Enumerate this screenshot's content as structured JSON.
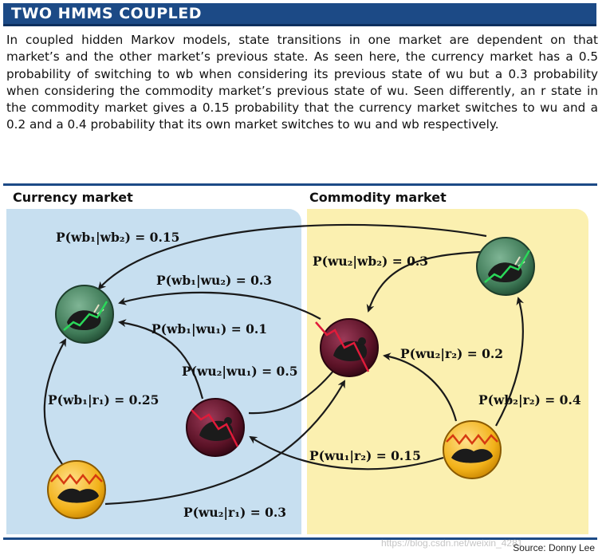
{
  "title": "TWO HMMS COUPLED",
  "intro_text": "In coupled hidden Markov models, state transitions in one market are dependent on that market’s and the other market’s previous state. As seen here, the currency market has a 0.5 probability of switching to wb when considering its previous state of wu but a 0.3 probability when considering the commodity market’s previous state of wu. Seen differently, an r state in the commodity market gives a 0.15 probability that the currency market switches to wu and a 0.2 and a 0.4 probability that its own market switches to wu and wb respectively.",
  "sections": {
    "currency": "Currency market",
    "commodity": "Commodity market"
  },
  "probabilities": {
    "p_wb1_wb2": "P(wb₁|wb₂) = 0.15",
    "p_wb1_wu2": "P(wb₁|wu₂) = 0.3",
    "p_wb1_wu1": "P(wb₁|wu₁) = 0.1",
    "p_wu2_wu1": "P(wu₂|wu₁) = 0.5",
    "p_wb1_r1": "P(wb₁|r₁) = 0.25",
    "p_wu2_wb2": "P(wu₂|wb₂) = 0.3",
    "p_wu2_r2": "P(wu₂|r₂) = 0.2",
    "p_wb2_r2": "P(wb₂|r₂) = 0.4",
    "p_wu1_r2": "P(wu₁|r₂) = 0.15",
    "p_wu2_r1": "P(wu₂|r₁) = 0.3"
  },
  "source": "Source: Donny Lee",
  "watermark": "https://blog.csdn.net/weixin_4281",
  "colors": {
    "title_bar": "#1c4a86",
    "currency_panel": "#c7dff0",
    "commodity_panel": "#fbf0b0",
    "bull_state": "#3f7a57",
    "bear_state": "#5a1226",
    "range_state": "#f2b21a"
  },
  "nodes": {
    "currency": [
      "bull-icon",
      "bear-icon",
      "range-icon"
    ],
    "commodity": [
      "bull-icon",
      "bear-icon",
      "range-icon"
    ]
  }
}
